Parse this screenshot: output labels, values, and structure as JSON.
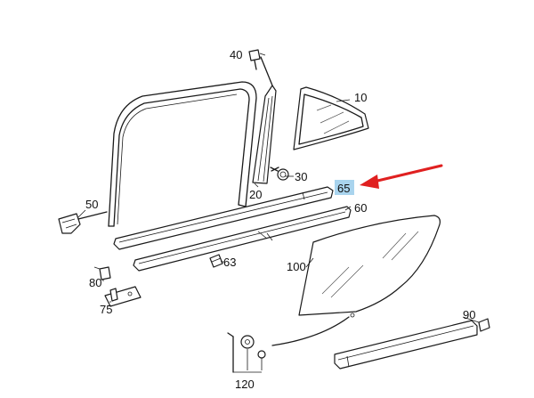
{
  "parts": {
    "p40": "40",
    "p10": "10",
    "p30": "30",
    "p20": "20",
    "p65": "65",
    "p50": "50",
    "p60": "60",
    "p63": "63",
    "p100": "100",
    "p80": "80",
    "p75": "75",
    "p90": "90",
    "p120": "120"
  },
  "colors": {
    "highlight": "#a9d4ee",
    "arrow": "#e02020",
    "ink": "#1a1a1a"
  },
  "highlighted_part": "65"
}
